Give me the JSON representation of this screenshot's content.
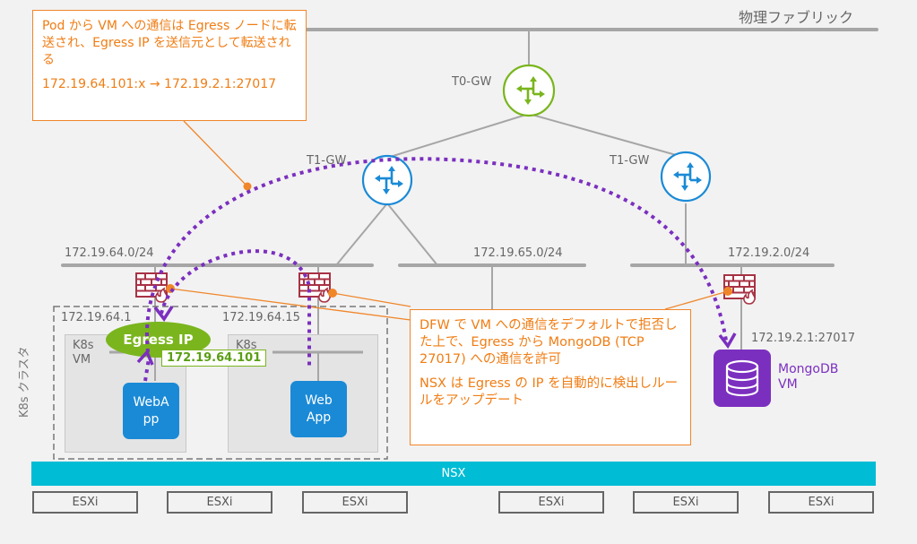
{
  "fabric": {
    "label": "物理ファブリック"
  },
  "gateways": {
    "t0": {
      "label": "T0-GW",
      "color": "#7ab51d"
    },
    "t1_left": {
      "label": "T1-GW",
      "color": "#1b8ad6"
    },
    "t1_right": {
      "label": "T1-GW",
      "color": "#1b8ad6"
    }
  },
  "segments": [
    {
      "label": "172.19.64.0/24"
    },
    {
      "label": "172.19.65.0/24"
    },
    {
      "label": "172.19.2.0/24"
    }
  ],
  "callout_top": {
    "text": "Pod から VM への通信は Egress ノードに転送され、Egress IP を送信元として転送される",
    "flow": "172.19.64.101:x → 172.19.2.1:27017"
  },
  "callout_dfw": {
    "text": "DFW で VM への通信をデフォルトで拒否した上で、Egress から MongoDB (TCP 27017) への通信を許可",
    "note": "NSX は Egress の IP を自動的に検出しルールをアップデート"
  },
  "cluster": {
    "label": "K8s クラスタ",
    "nodes": [
      {
        "ip": "172.19.64.1",
        "label": "K8s\nVM",
        "app": "WebA\npp"
      },
      {
        "ip": "172.19.64.15",
        "label": "K8s",
        "app": "Web\nApp"
      }
    ],
    "egress": {
      "label": "Egress IP",
      "ip": "172.19.64.101"
    }
  },
  "mongodb": {
    "endpoint": "172.19.2.1:27017",
    "label": "MongoDB\nVM",
    "color": "#7b2fbf"
  },
  "nsx": {
    "label": "NSX",
    "color": "#00bcd4"
  },
  "hosts": [
    {
      "label": "ESXi"
    },
    {
      "label": "ESXi"
    },
    {
      "label": "ESXi"
    },
    {
      "label": "ESXi"
    },
    {
      "label": "ESXi"
    },
    {
      "label": "ESXi"
    }
  ],
  "colors": {
    "flow": "#7b2fbf",
    "annotation": "#f0862a",
    "firewall": "#a83244"
  }
}
